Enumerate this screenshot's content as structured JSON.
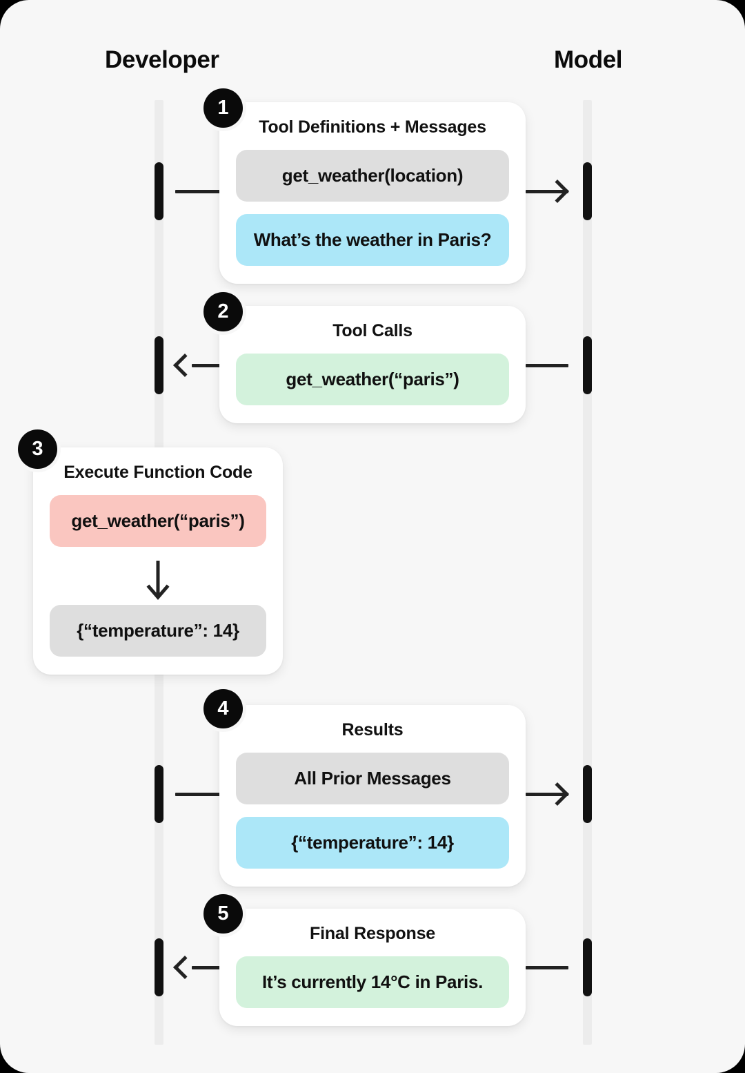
{
  "actors": {
    "left": "Developer",
    "right": "Model"
  },
  "colors": {
    "background": "#f7f7f7",
    "card": "#ffffff",
    "lifeline": "#ececec",
    "activation": "#111111",
    "badge": "#0a0a0a",
    "chip_gray": "#dedede",
    "chip_blue": "#ace7f8",
    "chip_green": "#d3f2dc",
    "chip_pink": "#fac6c0",
    "connector": "#222222"
  },
  "steps": [
    {
      "number": "1",
      "title": "Tool Definitions + Messages",
      "direction": "developer-to-model",
      "chips": [
        {
          "text": "get_weather(location)",
          "color": "gray"
        },
        {
          "text": "What’s the weather in Paris?",
          "color": "blue"
        }
      ]
    },
    {
      "number": "2",
      "title": "Tool Calls",
      "direction": "model-to-developer",
      "chips": [
        {
          "text": "get_weather(“paris”)",
          "color": "green"
        }
      ]
    },
    {
      "number": "3",
      "title": "Execute Function Code",
      "direction": "developer-internal",
      "chips": [
        {
          "text": "get_weather(“paris”)",
          "color": "pink"
        },
        {
          "text": "{“temperature”: 14}",
          "color": "gray"
        }
      ],
      "arrow_icon": "down-arrow-icon"
    },
    {
      "number": "4",
      "title": "Results",
      "direction": "developer-to-model",
      "chips": [
        {
          "text": "All Prior Messages",
          "color": "gray"
        },
        {
          "text": "{“temperature”: 14}",
          "color": "blue"
        }
      ]
    },
    {
      "number": "5",
      "title": "Final Response",
      "direction": "model-to-developer",
      "chips": [
        {
          "text": "It’s currently 14°C in Paris.",
          "color": "green"
        }
      ]
    }
  ]
}
